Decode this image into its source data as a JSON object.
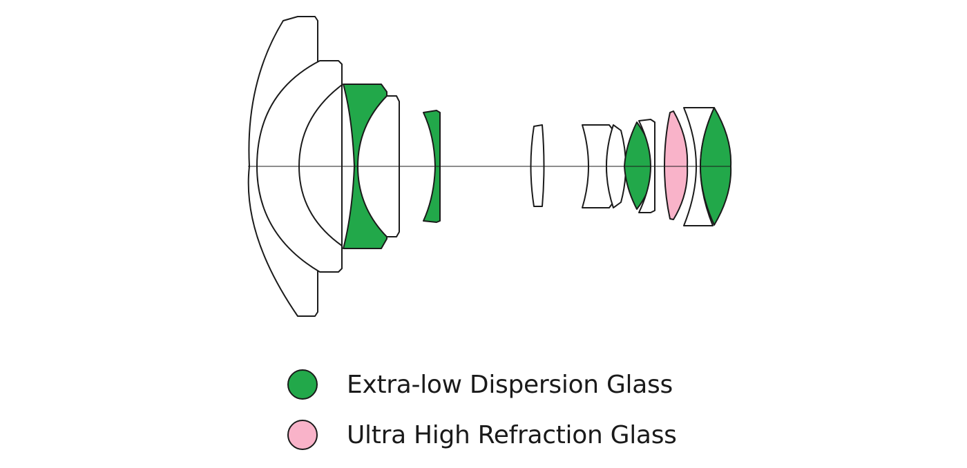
{
  "colors": {
    "ed_glass": "#22a84a",
    "uhr_glass": "#f9b3c9",
    "plain_glass": "#ffffff",
    "outline": "#1a1a1a"
  },
  "lens_elements": [
    {
      "id": 1,
      "glass": "plain"
    },
    {
      "id": 2,
      "glass": "plain"
    },
    {
      "id": 3,
      "glass": "ed"
    },
    {
      "id": 4,
      "glass": "plain"
    },
    {
      "id": 5,
      "glass": "ed"
    },
    {
      "id": 6,
      "glass": "plain"
    },
    {
      "id": 7,
      "glass": "plain"
    },
    {
      "id": 8,
      "glass": "plain"
    },
    {
      "id": 9,
      "glass": "ed"
    },
    {
      "id": 10,
      "glass": "plain"
    },
    {
      "id": 11,
      "glass": "uhr"
    },
    {
      "id": 12,
      "glass": "plain"
    },
    {
      "id": 13,
      "glass": "ed"
    }
  ],
  "legend": [
    {
      "label": "Extra-low Dispersion Glass",
      "color": "#22a84a"
    },
    {
      "label": "Ultra High Refraction Glass",
      "color": "#f9b3c9"
    }
  ]
}
